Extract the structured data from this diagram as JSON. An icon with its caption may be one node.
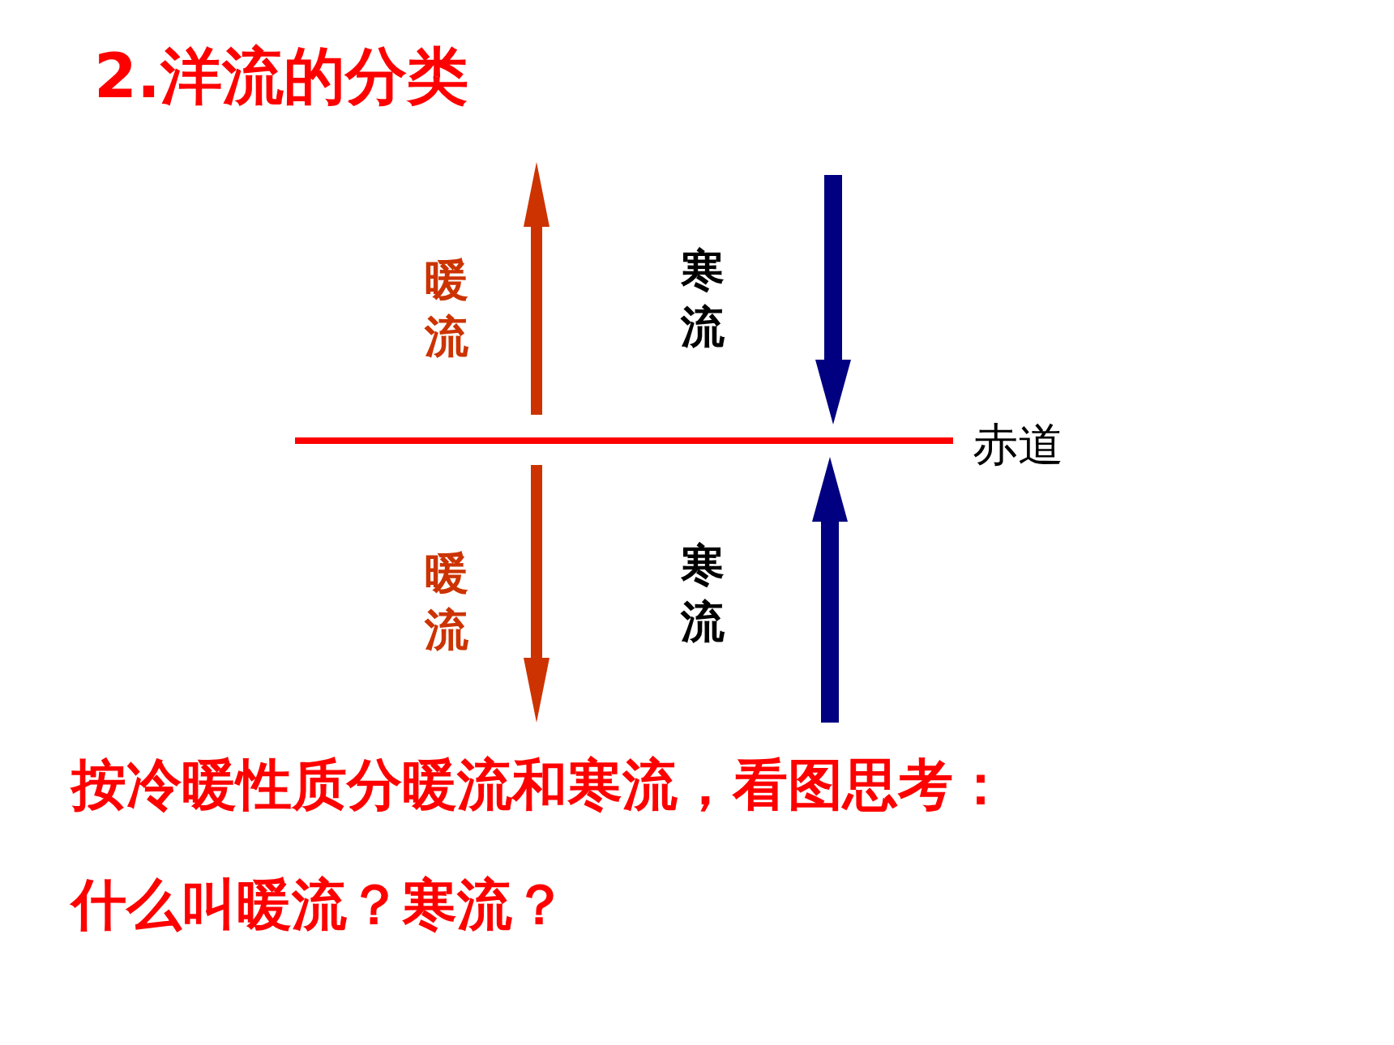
{
  "diagram": {
    "title": "2.洋流的分类",
    "labels": [
      "暖流",
      "寒流",
      "赤道",
      "暖流",
      "寒流",
      "按冷暖性质分暖流和寒流，看图思考：",
      "什么叫暖流？寒流？"
    ]
  }
}
